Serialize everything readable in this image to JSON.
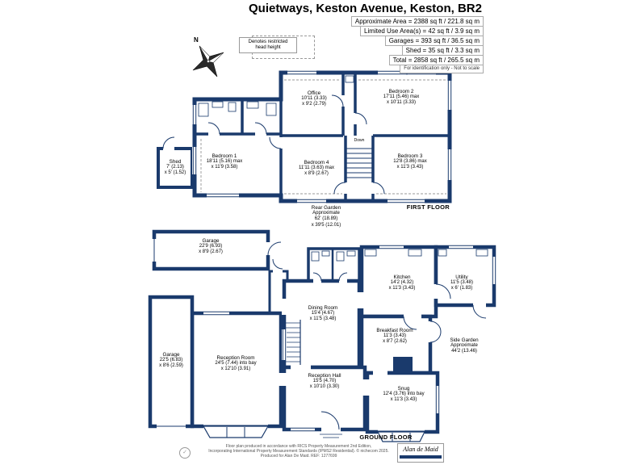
{
  "header": {
    "title": "Quietways, Keston Avenue, Keston, BR2",
    "area_lines": [
      "Approximate Area = 2388 sq ft / 221.8 sq m",
      "Limited Use Area(s) = 42 sq ft / 3.9 sq m",
      "Garages = 393 sq ft / 36.5 sq m",
      "Shed = 35 sq ft / 3.3 sq m",
      "Total = 2858 sq ft / 265.5 sq m"
    ],
    "disclaimer": "For identification only - Not to scale"
  },
  "legend": {
    "line1": "Denotes restricted",
    "line2": "head height",
    "north": "N"
  },
  "first_floor": {
    "label": "FIRST FLOOR",
    "down": "Down",
    "rooms": {
      "office": {
        "name": "Office",
        "l1": "10'11 (3.33)",
        "l2": "x 9'2 (2.79)"
      },
      "bedroom2": {
        "name": "Bedroom 2",
        "l1": "17'11 (5.46) max",
        "l2": "x 10'11 (3.33)"
      },
      "bedroom1": {
        "name": "Bedroom 1",
        "l1": "18'11 (5.16) max",
        "l2": "x 11'9 (3.58)"
      },
      "bedroom4": {
        "name": "Bedroom 4",
        "l1": "11'11 (3.63) max",
        "l2": "x 8'9 (2.67)"
      },
      "bedroom3": {
        "name": "Bedroom 3",
        "l1": "12'8 (3.86) max",
        "l2": "x 11'3 (3.43)"
      },
      "shed": {
        "name": "Shed",
        "l1": "7' (2.13)",
        "l2": "x 5' (1.52)"
      }
    }
  },
  "ground_floor": {
    "label": "GROUND FLOOR",
    "rooms": {
      "rear_garden": {
        "name": "Rear Garden",
        "l1": "Approximate",
        "l2": "62' (18.89)",
        "l3": "x 39'5 (12.01)"
      },
      "garage_top": {
        "name": "Garage",
        "l1": "22'9 (6.93)",
        "l2": "x 8'9 (2.67)"
      },
      "garage_left": {
        "name": "Garage",
        "l1": "22'5 (6.83)",
        "l2": "x 8'6 (2.59)"
      },
      "reception_room": {
        "name": "Reception Room",
        "l1": "24'5 (7.44) into bay",
        "l2": "x 12'10 (3.91)"
      },
      "dining_room": {
        "name": "Dining Room",
        "l1": "15'4 (4.67)",
        "l2": "x 11'5 (3.48)"
      },
      "kitchen": {
        "name": "Kitchen",
        "l1": "14'2 (4.32)",
        "l2": "x 11'3 (3.43)"
      },
      "utility": {
        "name": "Utility",
        "l1": "11'5 (3.48)",
        "l2": "x 6' (1.83)"
      },
      "breakfast_room": {
        "name": "Breakfast Room",
        "l1": "11'3 (3.43)",
        "l2": "x 8'7 (2.62)"
      },
      "reception_hall": {
        "name": "Reception Hall",
        "l1": "15'5 (4.70)",
        "l2": "x 10'10 (3.30)"
      },
      "snug": {
        "name": "Snug",
        "l1": "12'4 (3.76) into bay",
        "l2": "x 11'3 (3.43)"
      },
      "side_garden": {
        "name": "Side Garden",
        "l1": "Approximate",
        "l2": "44'2 (13.46)"
      }
    }
  },
  "footer": {
    "line1": "Floor plan produced in accordance with RICS Property Measurement 2nd Edition,",
    "line2": "Incorporating International Property Measurement Standards (IPMS2 Residential). © nichecom 2025.",
    "line3": "Produced for Alan De Maid.  REF: 1277699",
    "logo": "Alan de Maid"
  }
}
